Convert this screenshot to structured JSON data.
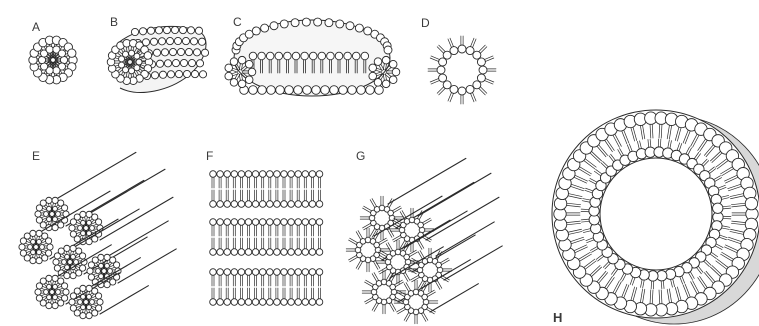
{
  "panels": {
    "a": {
      "label": "A"
    },
    "b": {
      "label": "B"
    },
    "c": {
      "label": "C"
    },
    "d": {
      "label": "D"
    },
    "e": {
      "label": "E"
    },
    "f": {
      "label": "F"
    },
    "g": {
      "label": "G"
    },
    "h": {
      "label": "H"
    }
  },
  "colors": {
    "stroke": "#2b2b2b",
    "head_fill": "#ffffff",
    "shadow": "#d8d8d8",
    "background": "#ffffff"
  }
}
